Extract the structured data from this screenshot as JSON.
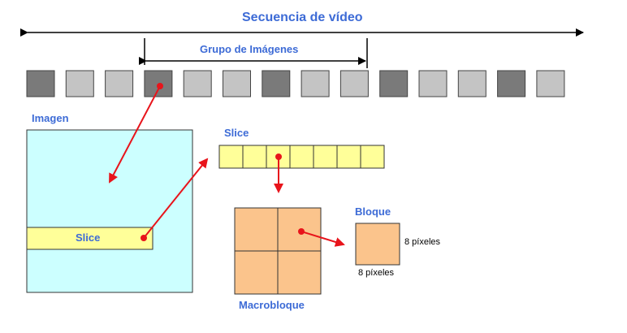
{
  "labels": {
    "video_sequence": "Secuencia de vídeo",
    "gop": "Grupo de Imágenes",
    "image": "Imagen",
    "slice_in_image": "Slice",
    "slice": "Slice",
    "macroblock": "Macrobloque",
    "block": "Bloque",
    "block_width": "8 píxeles",
    "block_height": "8 píxeles"
  },
  "frames": [
    {
      "type": "dark"
    },
    {
      "type": "light"
    },
    {
      "type": "light"
    },
    {
      "type": "dark"
    },
    {
      "type": "light"
    },
    {
      "type": "light"
    },
    {
      "type": "dark"
    },
    {
      "type": "light"
    },
    {
      "type": "light"
    },
    {
      "type": "dark"
    },
    {
      "type": "light"
    },
    {
      "type": "light"
    },
    {
      "type": "dark"
    },
    {
      "type": "light"
    }
  ],
  "slice_macroblock_count": 7,
  "macroblock_block_grid": 2,
  "colors": {
    "label_blue": "#3d6bd6",
    "frame_dark": "#7a7a7a",
    "frame_light": "#c4c4c4",
    "image_fill": "#ccffff",
    "slice_fill": "#ffff99",
    "macroblock_fill": "#fbc48c",
    "arrow_red": "#e8141b"
  }
}
